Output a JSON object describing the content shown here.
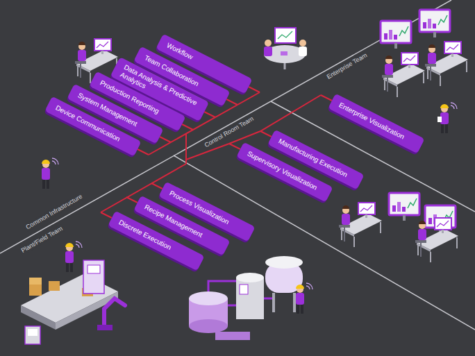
{
  "diagram": {
    "nodes": [
      {
        "text": [
          "Workflow"
        ]
      },
      {
        "text": [
          "Team Collaboration"
        ]
      },
      {
        "text": [
          "Data Analysis & Predictive Analytics"
        ]
      },
      {
        "text": [
          "Production Reporting"
        ]
      },
      {
        "text": [
          "System Management"
        ]
      },
      {
        "text": [
          "Device Communication"
        ]
      },
      {
        "text": [
          "Enterprise Visualization"
        ]
      },
      {
        "text": [
          "Manufacturing Execution"
        ]
      },
      {
        "text": [
          "Supervisory Visualization"
        ]
      },
      {
        "text": [
          "Process Visualization"
        ]
      },
      {
        "text": [
          "Recipe Management"
        ]
      },
      {
        "text": [
          "Discrete Execution"
        ]
      }
    ],
    "labels": [
      "Enterprise Team",
      "Control Room Team",
      "Common Infrastructure",
      "Plant/Field Team"
    ]
  }
}
